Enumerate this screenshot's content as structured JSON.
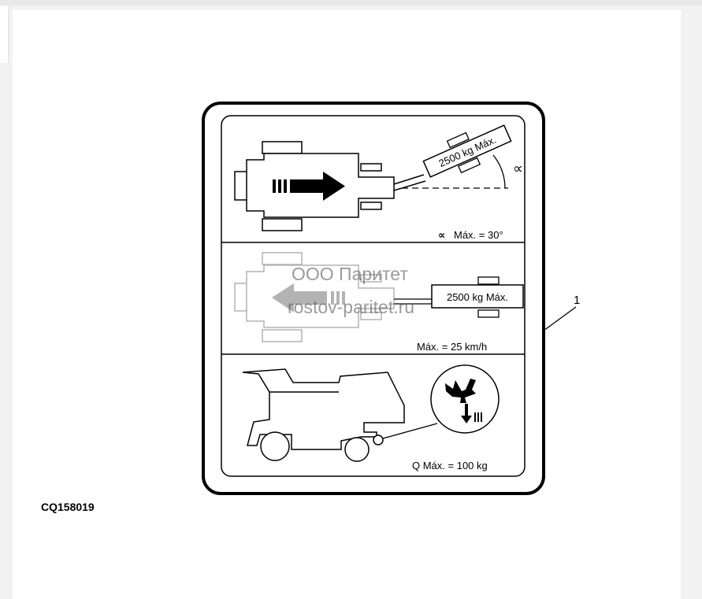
{
  "figure_id": "CQ158019",
  "callout_number": "1",
  "panels": {
    "towing_angle": {
      "load_label": "2500 kg Máx.",
      "angle_symbol": "∝",
      "angle_limit": "Máx. = 30°"
    },
    "towing_speed": {
      "load_label": "2500 kg Máx.",
      "speed_limit": "Máx. = 25 km/h"
    },
    "hitch_load": {
      "load_limit": "Q Máx. = 100 kg"
    }
  },
  "watermark": {
    "line1": "ООО Паритет",
    "line2": "rostov-paritet.ru"
  }
}
